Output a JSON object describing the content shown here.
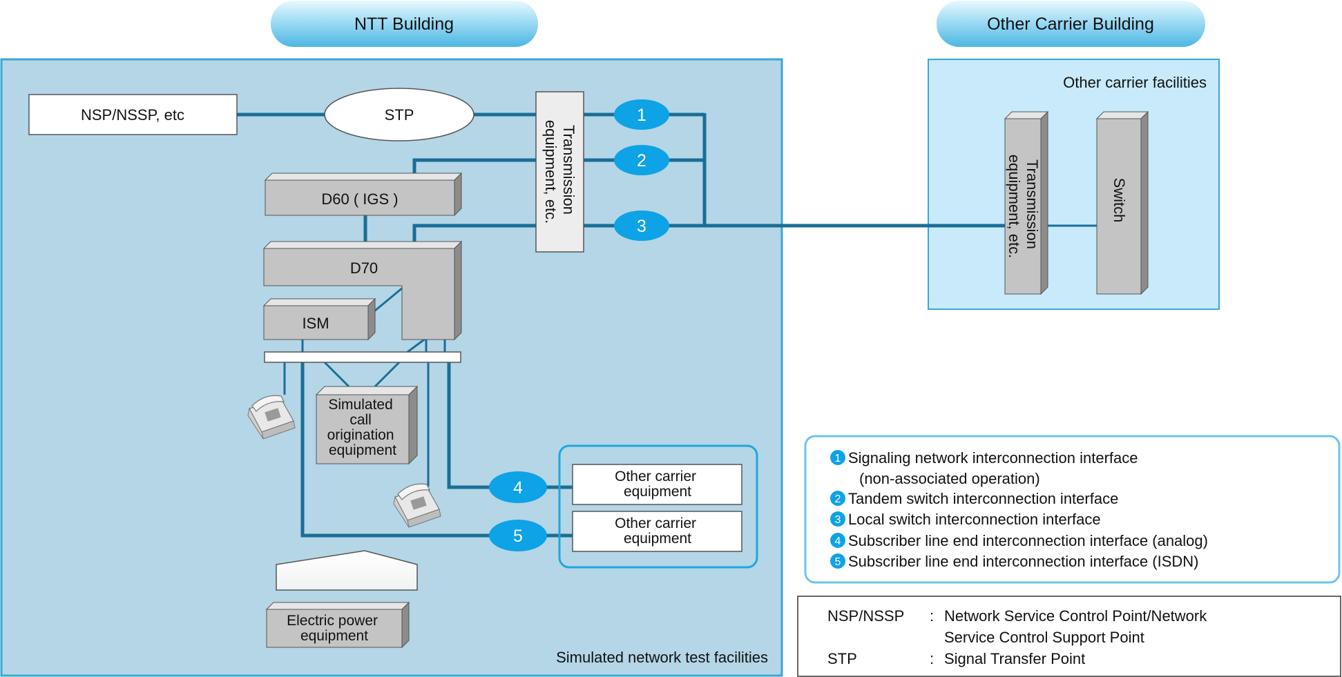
{
  "headers": {
    "ntt_building": "NTT Building",
    "other_carrier_building": "Other Carrier Building"
  },
  "ntt": {
    "nsp_nssp": "NSP/NSSP, etc",
    "stp": "STP",
    "transmission": [
      "Transmission",
      "equipment, etc."
    ],
    "d60": "D60 ( IGS )",
    "d70": "D70",
    "ism": "ISM",
    "simulated_call": [
      "Simulated",
      "call",
      "origination",
      "equipment"
    ],
    "other_carrier_equipment_1": [
      "Other carrier",
      "equipment"
    ],
    "other_carrier_equipment_2": [
      "Other carrier",
      "equipment"
    ],
    "power": [
      "Electric power",
      "equipment"
    ],
    "facility_caption": "Simulated network test facilities"
  },
  "other_carrier": {
    "caption": "Other carrier facilities",
    "transmission": [
      "Transmission",
      "equipment, etc."
    ],
    "switch": "Switch"
  },
  "interfaces": [
    {
      "num": "1",
      "lines": [
        "Signaling network interconnection interface",
        "(non-associated operation)"
      ]
    },
    {
      "num": "2",
      "lines": [
        "Tandem switch interconnection interface"
      ]
    },
    {
      "num": "3",
      "lines": [
        "Local switch interconnection interface"
      ]
    },
    {
      "num": "4",
      "lines": [
        "Subscriber line end interconnection interface (analog)"
      ]
    },
    {
      "num": "5",
      "lines": [
        "Subscriber line end interconnection interface (ISDN)"
      ]
    }
  ],
  "abbreviations": [
    {
      "abbr": "NSP/NSSP",
      "definition": [
        "Network Service Control Point/Network",
        "Service Control Support Point"
      ]
    },
    {
      "abbr": "STP",
      "definition": [
        "Signal Transfer Point"
      ]
    }
  ],
  "colors": {
    "facility_bg": "#b4d6e6",
    "other_bg": "#c8eafa",
    "line": "#1a6e96",
    "badge": "#0ea2e6",
    "equipment_gray": "#c4c4c4"
  }
}
